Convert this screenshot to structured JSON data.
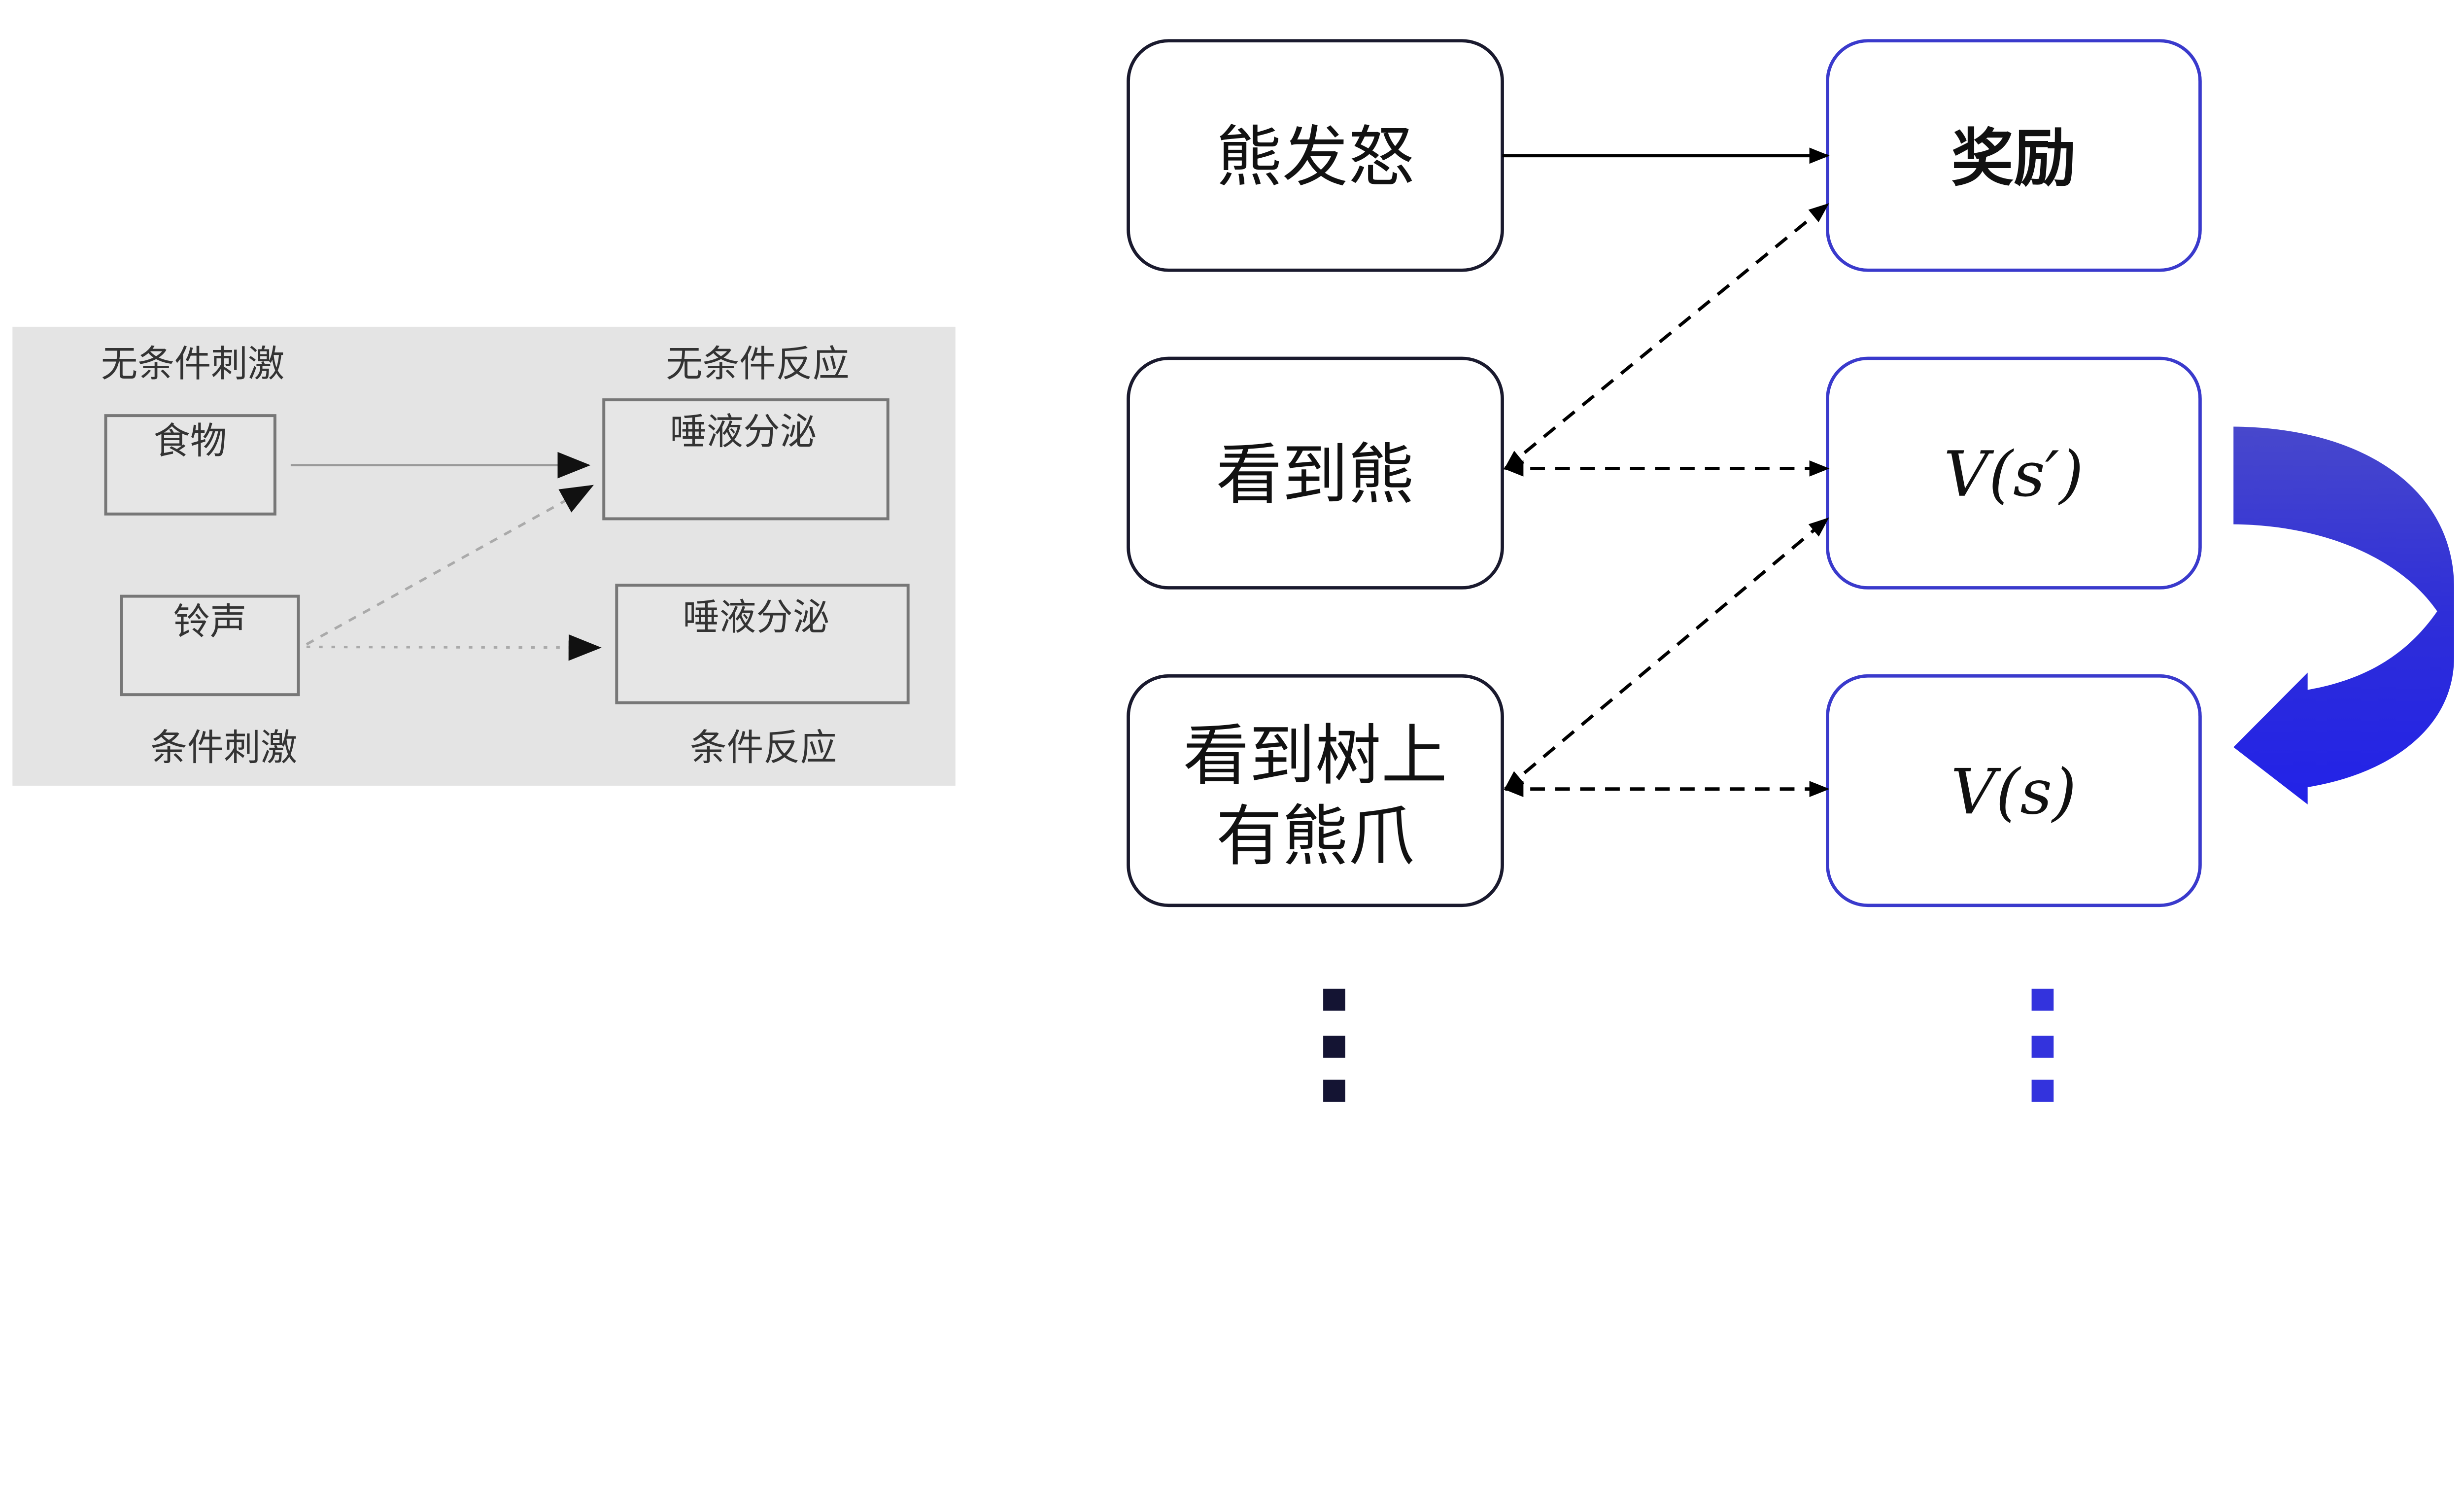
{
  "left_diagram": {
    "unconditioned_stimulus_label": "无条件刺激",
    "unconditioned_response_label": "无条件反应",
    "conditioned_stimulus_label": "条件刺激",
    "conditioned_response_label": "条件反应",
    "food_box": "食物",
    "bell_box": "铃声",
    "salivation_top_box": "唾液分泌",
    "salivation_bottom_box": "唾液分泌"
  },
  "right_diagram": {
    "stimuli": [
      "熊发怒",
      "看到熊",
      "看到树上",
      "有熊爪"
    ],
    "values": [
      "奖励",
      "V(s′)",
      "V(s)"
    ],
    "continuation": "⋮"
  },
  "colors": {
    "panel_background": "#e4e4e4",
    "left_box_border": "#1a1a2e",
    "right_box_border": "#3a3acc",
    "curved_arrow": "#2b2be0",
    "left_dots": "#141433",
    "right_dots": "#3333dd"
  }
}
